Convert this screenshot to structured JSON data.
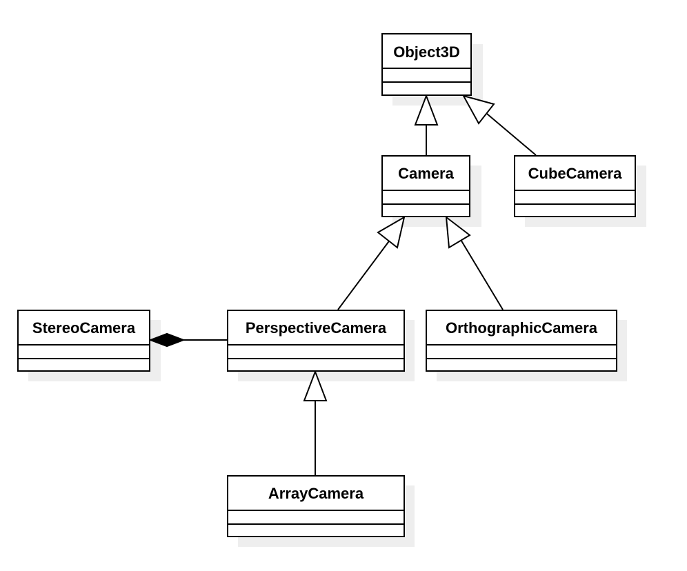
{
  "diagram": {
    "type": "uml-class-diagram",
    "classes": {
      "object3d": {
        "name": "Object3D"
      },
      "camera": {
        "name": "Camera"
      },
      "cube_camera": {
        "name": "CubeCamera"
      },
      "stereo_camera": {
        "name": "StereoCamera"
      },
      "perspective_camera": {
        "name": "PerspectiveCamera"
      },
      "orthographic_camera": {
        "name": "OrthographicCamera"
      },
      "array_camera": {
        "name": "ArrayCamera"
      }
    },
    "relationships": [
      {
        "type": "generalization",
        "from": "Camera",
        "to": "Object3D"
      },
      {
        "type": "generalization",
        "from": "CubeCamera",
        "to": "Object3D"
      },
      {
        "type": "generalization",
        "from": "PerspectiveCamera",
        "to": "Camera"
      },
      {
        "type": "generalization",
        "from": "OrthographicCamera",
        "to": "Camera"
      },
      {
        "type": "generalization",
        "from": "ArrayCamera",
        "to": "PerspectiveCamera"
      },
      {
        "type": "composition",
        "whole": "StereoCamera",
        "part": "PerspectiveCamera"
      }
    ]
  }
}
